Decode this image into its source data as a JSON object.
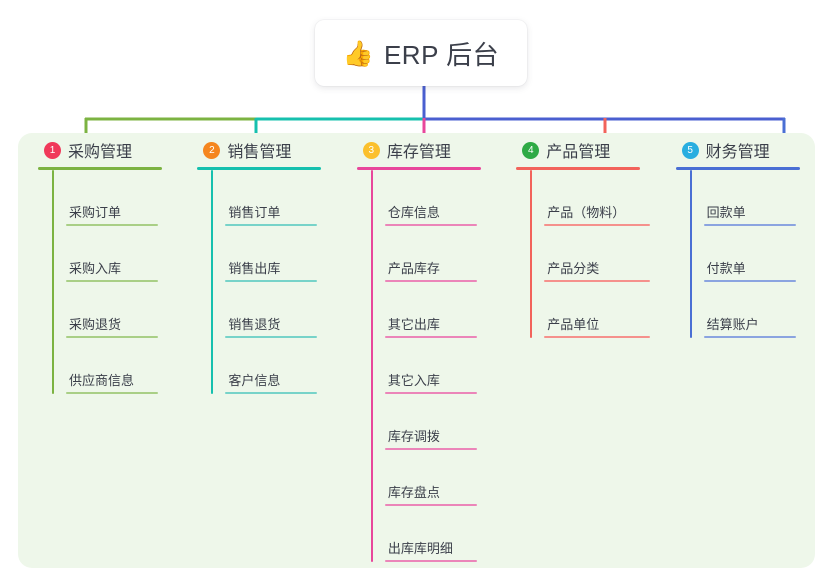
{
  "root": {
    "icon": "thumbs-up-icon",
    "emoji": "👍",
    "title": "ERP 后台"
  },
  "palette": {
    "panel_bg": "#eef7ea",
    "page_bg": "#ffffff",
    "trunk": "#4a5fd0",
    "text": "#3b3f4a"
  },
  "columns": [
    {
      "number": "1",
      "title": "采购管理",
      "color": "#7cb342",
      "sub_color": "#a9cf86",
      "badge_color": "#f0395a",
      "items": [
        {
          "label": "采购订单"
        },
        {
          "label": "采购入库"
        },
        {
          "label": "采购退货"
        },
        {
          "label": "供应商信息"
        }
      ]
    },
    {
      "number": "2",
      "title": "销售管理",
      "color": "#16c0ae",
      "sub_color": "#77d3c9",
      "badge_color": "#f5861f",
      "items": [
        {
          "label": "销售订单"
        },
        {
          "label": "销售出库"
        },
        {
          "label": "销售退货"
        },
        {
          "label": "客户信息"
        }
      ]
    },
    {
      "number": "3",
      "title": "库存管理",
      "color": "#e8479b",
      "sub_color": "#eb85b9",
      "badge_color": "#fbc02d",
      "items": [
        {
          "label": "仓库信息"
        },
        {
          "label": "产品库存"
        },
        {
          "label": "其它出库"
        },
        {
          "label": "其它入库"
        },
        {
          "label": "库存调拨"
        },
        {
          "label": "库存盘点"
        },
        {
          "label": "出库库明细"
        }
      ]
    },
    {
      "number": "4",
      "title": "产品管理",
      "color": "#f2635b",
      "sub_color": "#f5918c",
      "badge_color": "#2eaa45",
      "items": [
        {
          "label": "产品（物料）"
        },
        {
          "label": "产品分类"
        },
        {
          "label": "产品单位"
        }
      ]
    },
    {
      "number": "5",
      "title": "财务管理",
      "color": "#4a6fd4",
      "sub_color": "#8ba4e0",
      "badge_color": "#29aee0",
      "items": [
        {
          "label": "回款单"
        },
        {
          "label": "付款单"
        },
        {
          "label": "结算账户"
        }
      ]
    }
  ],
  "connectors": {
    "trunk_color": "#4a5fd0",
    "bar_segments": [
      {
        "name": "segment-col1-col2",
        "color": "#7cb342"
      },
      {
        "name": "segment-col2-col3",
        "color": "#16c0ae"
      },
      {
        "name": "segment-col3-col5",
        "color": "#4a5fd0"
      }
    ]
  }
}
